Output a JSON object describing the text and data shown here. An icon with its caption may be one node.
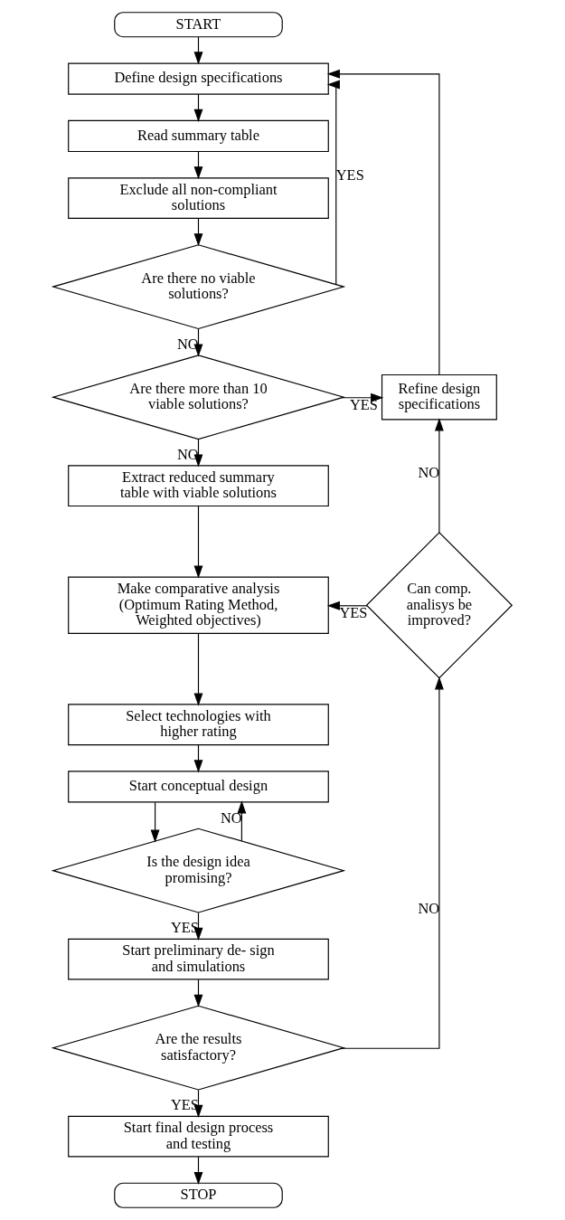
{
  "diagram": {
    "nodes": [
      {
        "text": [
          "START"
        ]
      },
      {
        "text": [
          "Define design specifications"
        ]
      },
      {
        "text": [
          "Read summary table"
        ]
      },
      {
        "text": [
          "Exclude all non-compliant solutions"
        ]
      },
      {
        "text": [
          "Are there no viable solutions?"
        ]
      },
      {
        "text": [
          "Are there more than 10 viable solutions?"
        ]
      },
      {
        "text": [
          "Refine design specifications"
        ]
      },
      {
        "text": [
          "Extract reduced summary table with viable solutions"
        ]
      },
      {
        "text": [
          "Make comparative analysis (Optimum Rating Method, Weighted objectives)"
        ]
      },
      {
        "text": [
          "Can comp. analisys be improved?"
        ]
      },
      {
        "text": [
          "Select technologies with higher rating"
        ]
      },
      {
        "text": [
          "Start conceptual design"
        ]
      },
      {
        "text": [
          "Is the design idea promising?"
        ]
      },
      {
        "text": [
          "Start preliminary de- sign and simulations"
        ]
      },
      {
        "text": [
          "Are the results satisfactory?"
        ]
      },
      {
        "text": [
          "Start final design process and testing"
        ]
      },
      {
        "text": [
          "STOP"
        ]
      }
    ],
    "edges": [
      {
        "from": 0,
        "to": 1,
        "arrow": "to"
      },
      {
        "from": 1,
        "to": 2,
        "arrow": "to"
      },
      {
        "from": 2,
        "to": 3,
        "arrow": "to"
      },
      {
        "from": 3,
        "to": 4,
        "arrow": "to"
      },
      {
        "from": 4,
        "to": 1,
        "arrow": "to",
        "label": "YES"
      },
      {
        "from": 4,
        "to": 5,
        "arrow": "to",
        "label": "NO"
      },
      {
        "from": 5,
        "to": 6,
        "arrow": "to",
        "label": "YES"
      },
      {
        "from": 5,
        "to": 7,
        "arrow": "to",
        "label": "NO"
      },
      {
        "from": 6,
        "to": 1,
        "arrow": "to"
      },
      {
        "from": 7,
        "to": 8,
        "arrow": "to"
      },
      {
        "from": 9,
        "to": 6,
        "arrow": "to",
        "label": "NO"
      },
      {
        "from": 9,
        "to": 8,
        "arrow": "to",
        "label": "YES"
      },
      {
        "from": 8,
        "to": 10,
        "arrow": "to"
      },
      {
        "from": 10,
        "to": 11,
        "arrow": "to"
      },
      {
        "from": 11,
        "to": 12,
        "arrow": "to"
      },
      {
        "from": 12,
        "to": 11,
        "arrow": "to",
        "label": "NO"
      },
      {
        "from": 12,
        "to": 13,
        "arrow": "to",
        "label": "YES"
      },
      {
        "from": 13,
        "to": 14,
        "arrow": "to"
      },
      {
        "from": 14,
        "to": 9,
        "arrow": "to",
        "label": "NO"
      },
      {
        "from": 14,
        "to": 15,
        "arrow": "to",
        "label": "YES"
      },
      {
        "from": 15,
        "to": 16,
        "arrow": "to"
      }
    ]
  }
}
